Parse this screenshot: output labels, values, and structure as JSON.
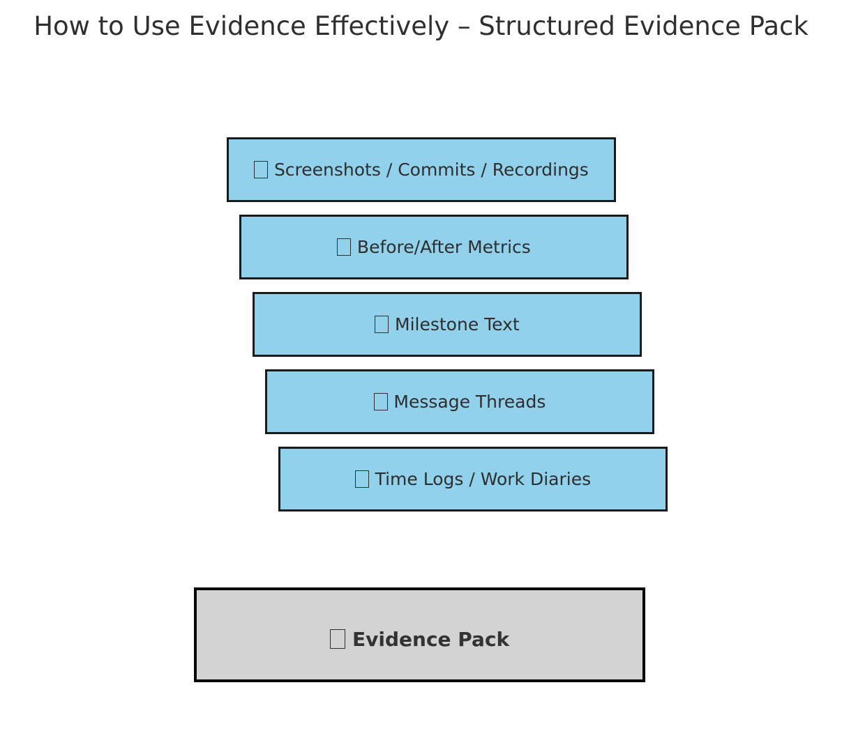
{
  "title": "How to Use Evidence Effectively – Structured Evidence Pack",
  "layers": [
    {
      "label": "Screenshots / Commits / Recordings",
      "icon": "missing-glyph-icon"
    },
    {
      "label": "Before/After Metrics",
      "icon": "missing-glyph-icon"
    },
    {
      "label": "Milestone Text",
      "icon": "missing-glyph-icon"
    },
    {
      "label": "Message Threads",
      "icon": "missing-glyph-icon"
    },
    {
      "label": "Time Logs / Work Diaries",
      "icon": "missing-glyph-icon"
    }
  ],
  "pack": {
    "label": "Evidence Pack",
    "icon": "missing-glyph-icon"
  },
  "colors": {
    "layer_fill": "#92d1ec",
    "pack_fill": "#d3d3d3",
    "border": "#1a1a1a",
    "text": "#2e2e2e"
  }
}
